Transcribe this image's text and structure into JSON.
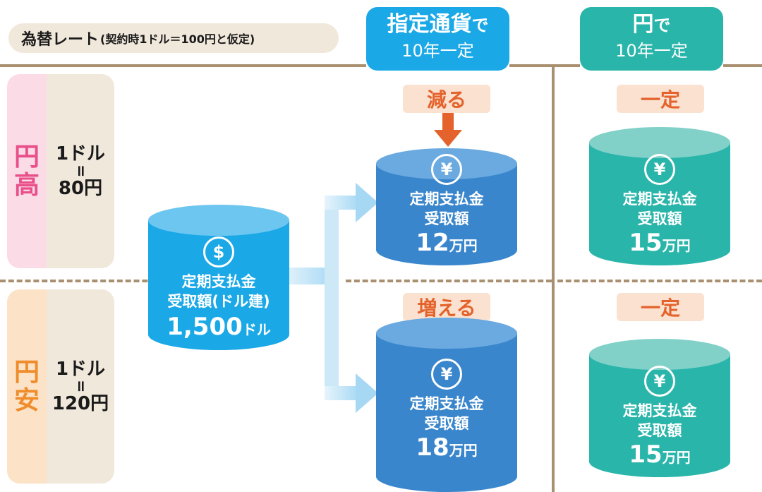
{
  "header": {
    "rate_title": "為替レート",
    "rate_note": "(契約時1ドル＝100円と仮定)"
  },
  "columns": {
    "foreign": {
      "title_bold": "指定通貨",
      "title_suffix": "で",
      "subtitle": "10年一定",
      "color": "#1ba8e6"
    },
    "yen": {
      "title_bold": "円",
      "title_suffix": "で",
      "subtitle": "10年一定",
      "color": "#2ab5aa"
    }
  },
  "rows": {
    "strong_yen": {
      "label_chars": [
        "円",
        "高"
      ],
      "rate_lines": [
        "1ドル",
        "=",
        "80円"
      ],
      "label_color": "#e9508a",
      "bg": "#fbdbe6"
    },
    "weak_yen": {
      "label_chars": [
        "円",
        "安"
      ],
      "rate_lines": [
        "1ドル",
        "=",
        "120円"
      ],
      "label_color": "#ef8c2b",
      "bg": "#fce2c6"
    }
  },
  "source": {
    "currency_icon": "$",
    "label_line1": "定期支払金",
    "label_line2": "受取額(ドル建)",
    "amount": "1,500",
    "unit": "ドル"
  },
  "foreign_strong": {
    "tag": "減る",
    "arrow": "down-arrow-icon",
    "currency_icon": "¥",
    "label_line1": "定期支払金",
    "label_line2": "受取額",
    "amount": "12",
    "unit": "万円"
  },
  "foreign_weak": {
    "tag": "増える",
    "arrow": "up-arrow-icon",
    "currency_icon": "¥",
    "label_line1": "定期支払金",
    "label_line2": "受取額",
    "amount": "18",
    "unit": "万円"
  },
  "yen_strong": {
    "tag": "一定",
    "currency_icon": "¥",
    "label_line1": "定期支払金",
    "label_line2": "受取額",
    "amount": "15",
    "unit": "万円"
  },
  "yen_weak": {
    "tag": "一定",
    "currency_icon": "¥",
    "label_line1": "定期支払金",
    "label_line2": "受取額",
    "amount": "15",
    "unit": "万円"
  },
  "colors": {
    "divider": "#a89070",
    "tag_bg": "#fbe1d0",
    "tag_text": "#e4622b",
    "source_cylinder": "#1ba8e6",
    "foreign_cylinder": "#3a86cc",
    "yen_cylinder": "#2ab5aa",
    "flow_arrow": "#bfe3f7"
  }
}
